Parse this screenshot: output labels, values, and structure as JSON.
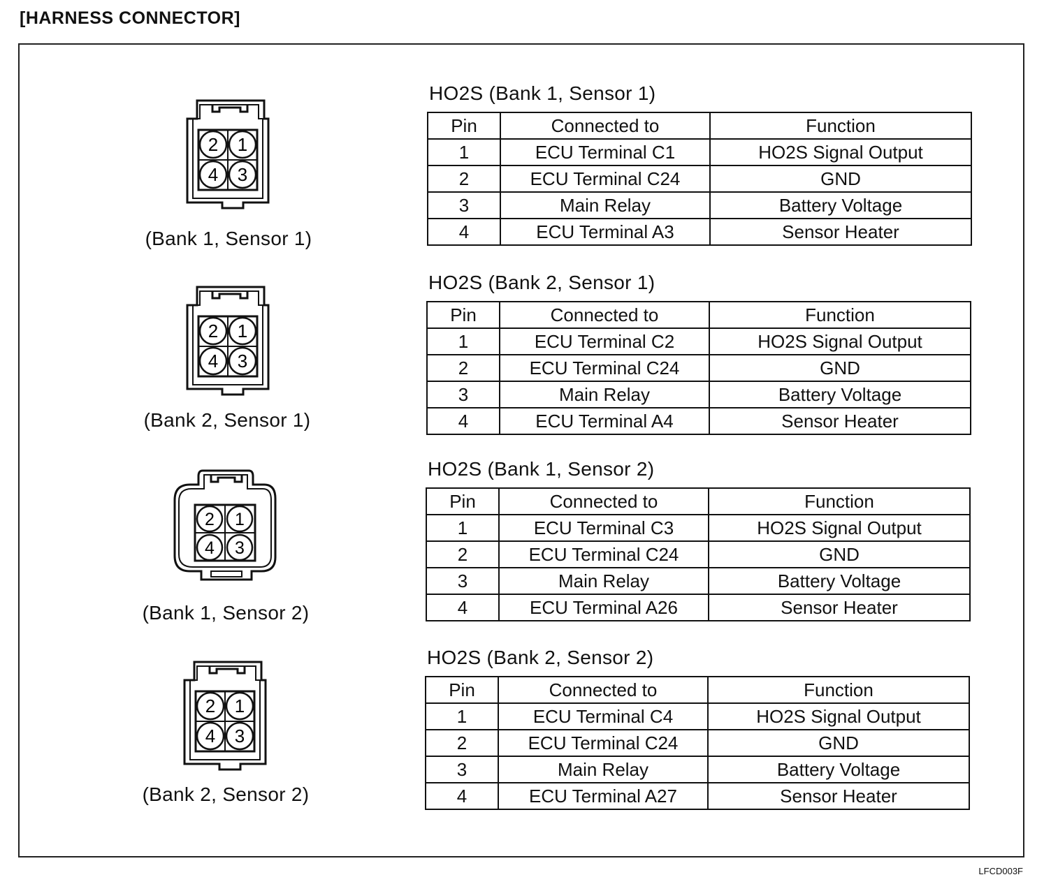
{
  "title": "[HARNESS CONNECTOR]",
  "figure_code": "LFCD003F",
  "connectors": [
    {
      "caption": "(Bank 1, Sensor 1)",
      "pins": [
        "2",
        "1",
        "4",
        "3"
      ]
    },
    {
      "caption": "(Bank 2, Sensor 1)",
      "pins": [
        "2",
        "1",
        "4",
        "3"
      ]
    },
    {
      "caption": "(Bank 1, Sensor 2)",
      "pins": [
        "2",
        "1",
        "4",
        "3"
      ]
    },
    {
      "caption": "(Bank 2, Sensor 2)",
      "pins": [
        "2",
        "1",
        "4",
        "3"
      ]
    }
  ],
  "headers": {
    "pin": "Pin",
    "connected_to": "Connected to",
    "function": "Function"
  },
  "tables": [
    {
      "title": "HO2S (Bank 1, Sensor 1)",
      "rows": [
        {
          "pin": "1",
          "connected_to": "ECU Terminal C1",
          "function": "HO2S Signal Output"
        },
        {
          "pin": "2",
          "connected_to": "ECU Terminal C24",
          "function": "GND"
        },
        {
          "pin": "3",
          "connected_to": "Main Relay",
          "function": "Battery Voltage"
        },
        {
          "pin": "4",
          "connected_to": "ECU Terminal A3",
          "function": "Sensor Heater"
        }
      ]
    },
    {
      "title": "HO2S (Bank 2, Sensor 1)",
      "rows": [
        {
          "pin": "1",
          "connected_to": "ECU Terminal C2",
          "function": "HO2S Signal Output"
        },
        {
          "pin": "2",
          "connected_to": "ECU Terminal C24",
          "function": "GND"
        },
        {
          "pin": "3",
          "connected_to": "Main Relay",
          "function": "Battery Voltage"
        },
        {
          "pin": "4",
          "connected_to": "ECU Terminal A4",
          "function": "Sensor Heater"
        }
      ]
    },
    {
      "title": "HO2S (Bank 1, Sensor 2)",
      "rows": [
        {
          "pin": "1",
          "connected_to": "ECU Terminal C3",
          "function": "HO2S Signal Output"
        },
        {
          "pin": "2",
          "connected_to": "ECU Terminal C24",
          "function": "GND"
        },
        {
          "pin": "3",
          "connected_to": "Main Relay",
          "function": "Battery Voltage"
        },
        {
          "pin": "4",
          "connected_to": "ECU Terminal A26",
          "function": "Sensor Heater"
        }
      ]
    },
    {
      "title": "HO2S (Bank 2, Sensor 2)",
      "rows": [
        {
          "pin": "1",
          "connected_to": "ECU Terminal C4",
          "function": "HO2S Signal Output"
        },
        {
          "pin": "2",
          "connected_to": "ECU Terminal C24",
          "function": "GND"
        },
        {
          "pin": "3",
          "connected_to": "Main Relay",
          "function": "Battery Voltage"
        },
        {
          "pin": "4",
          "connected_to": "ECU Terminal A27",
          "function": "Sensor Heater"
        }
      ]
    }
  ]
}
